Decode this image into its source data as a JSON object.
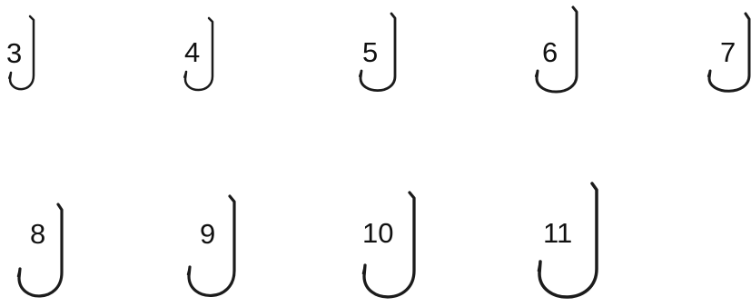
{
  "hooks": {
    "row1": [
      {
        "label": "3"
      },
      {
        "label": "4"
      },
      {
        "label": "5"
      },
      {
        "label": "6"
      },
      {
        "label": "7"
      }
    ],
    "row2": [
      {
        "label": "8"
      },
      {
        "label": "9"
      },
      {
        "label": "10"
      },
      {
        "label": "11"
      }
    ]
  },
  "colors": {
    "hook_stroke": "#1b1b1b",
    "label_text": "#111111",
    "background": "#ffffff"
  }
}
